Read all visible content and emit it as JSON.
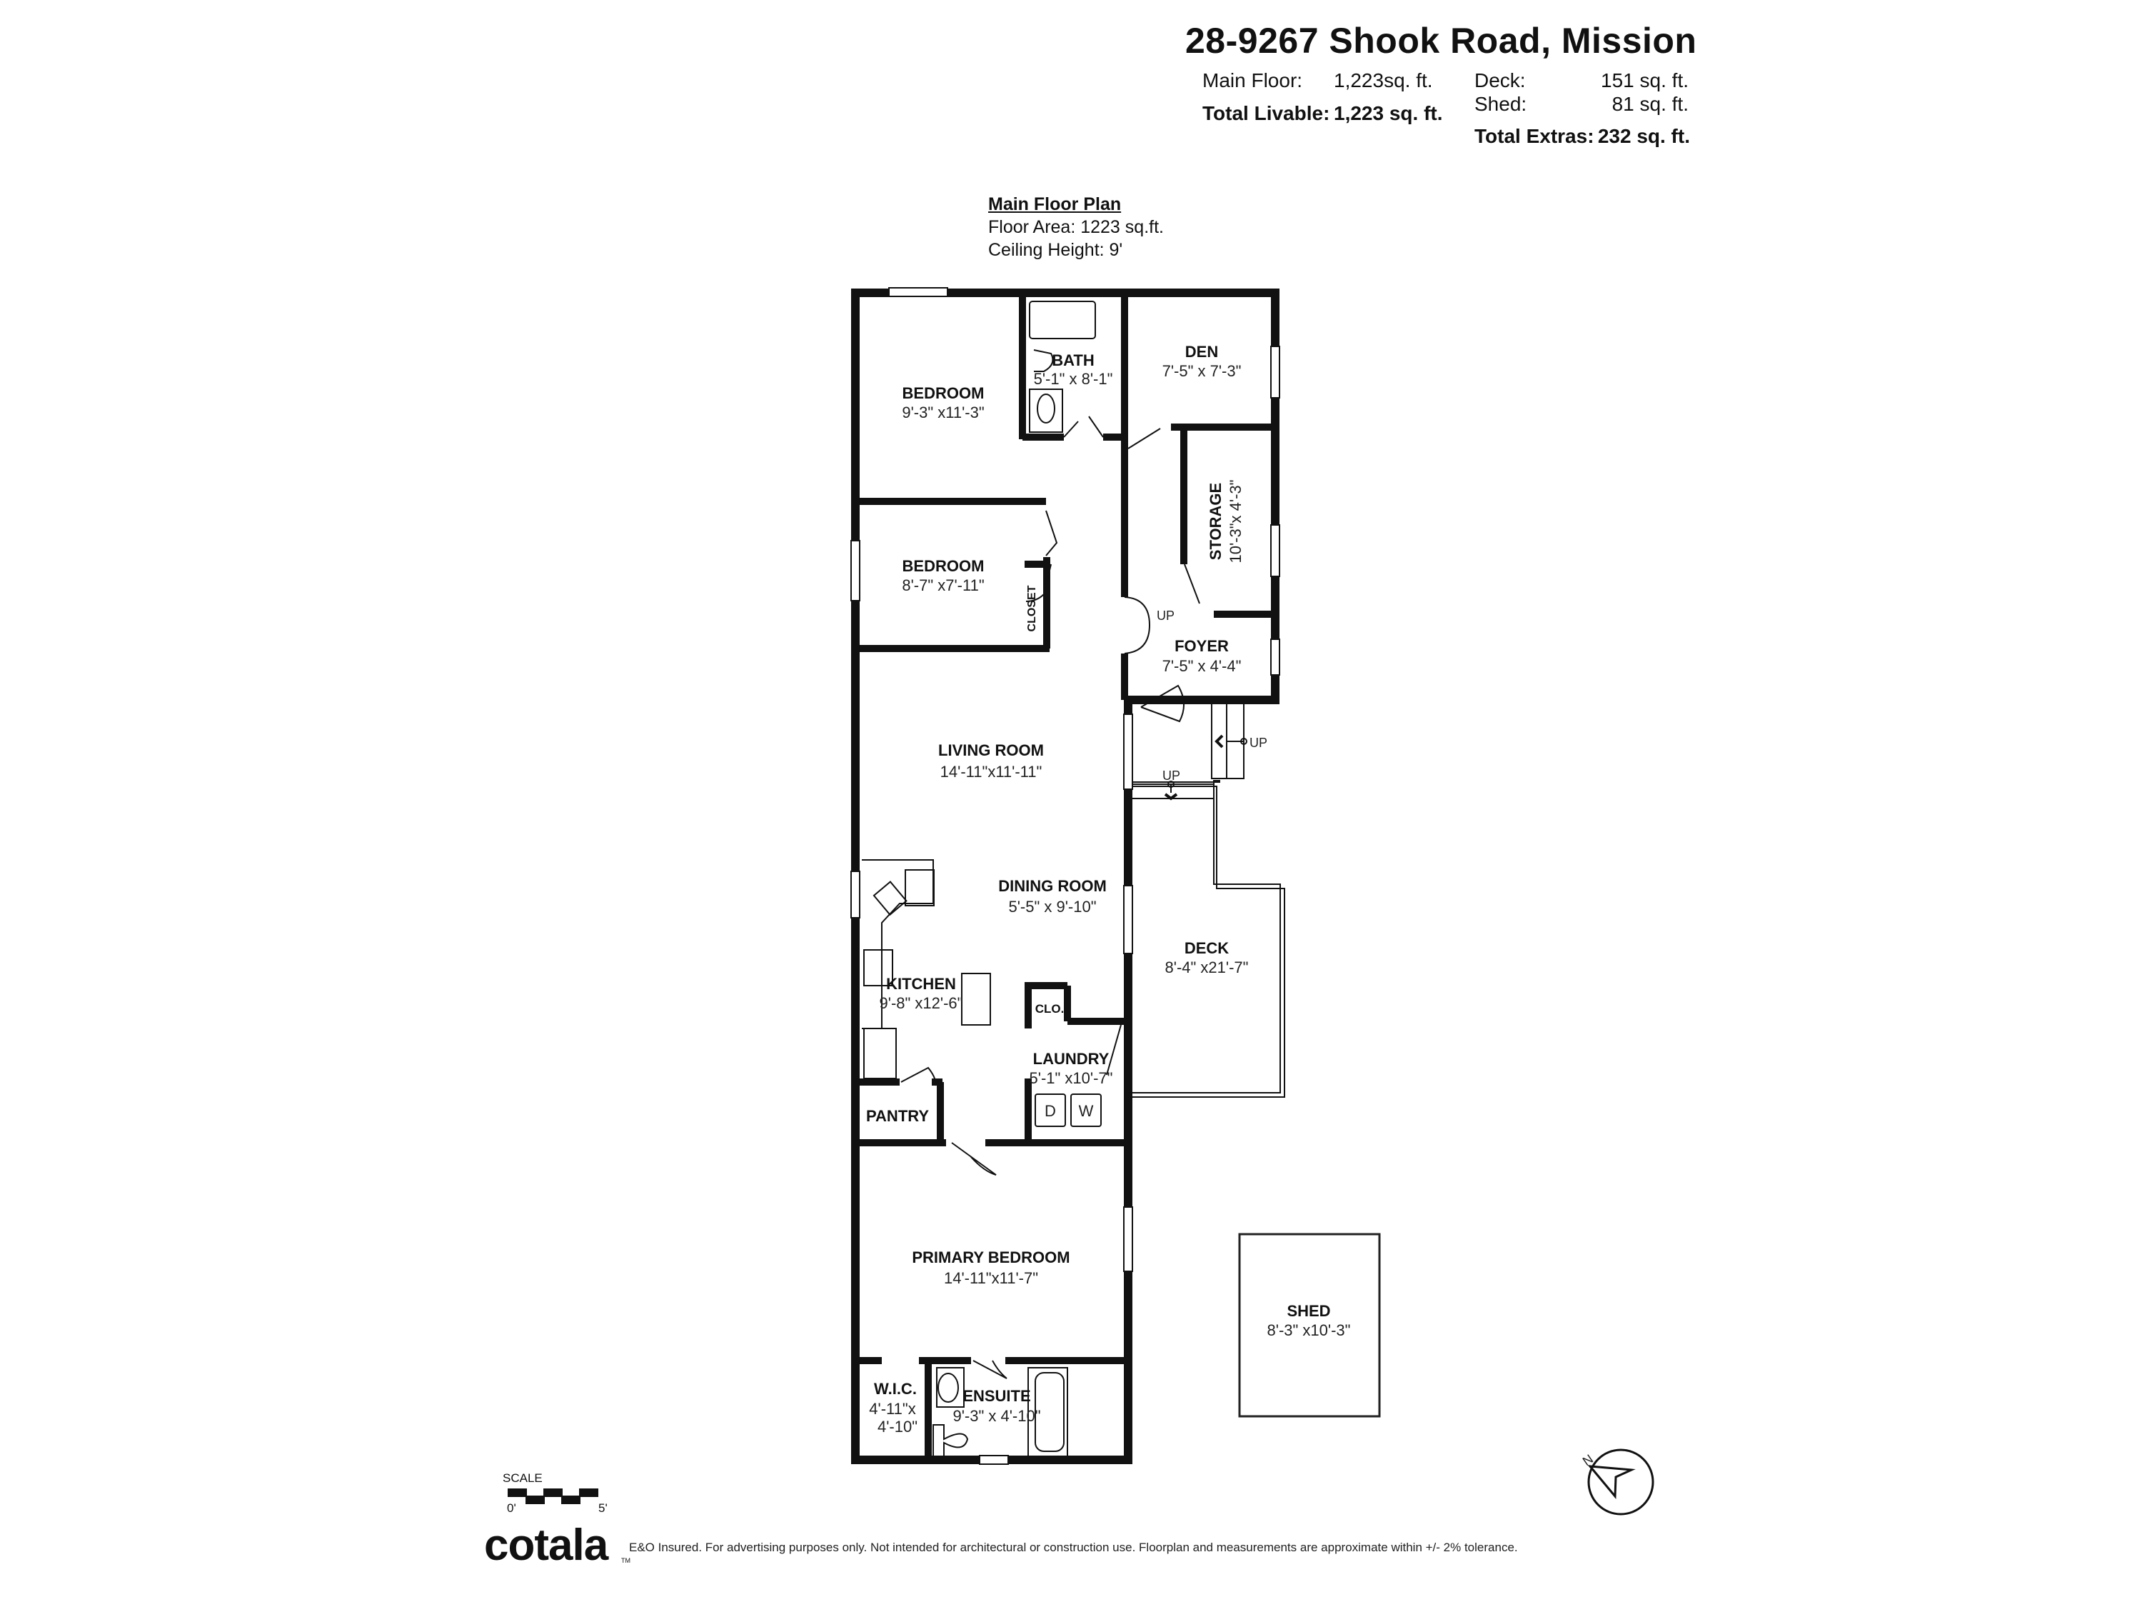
{
  "header": {
    "address": "28-9267 Shook Road, Mission",
    "stats_left": [
      {
        "label": "Main Floor:",
        "value": "1,223sq. ft.",
        "bold": false
      },
      {
        "label": "Total Livable:",
        "value": "1,223 sq. ft.",
        "bold": true
      }
    ],
    "stats_right": [
      {
        "label": "Deck:",
        "value": "151 sq. ft.",
        "bold": false
      },
      {
        "label": "Shed:",
        "value": "81 sq. ft.",
        "bold": false
      },
      {
        "label": "Total Extras:",
        "value": "232 sq. ft.",
        "bold": true
      }
    ]
  },
  "plan": {
    "heading": "Main Floor Plan",
    "floor_area": "Floor Area: 1223 sq.ft.",
    "ceiling_height": "Ceiling Height: 9'"
  },
  "rooms": {
    "bedroom1": {
      "name": "BEDROOM",
      "dims": "9'-3\" x11'-3\""
    },
    "bath": {
      "name": "BATH",
      "dims": "5'-1\" x 8'-1\""
    },
    "den": {
      "name": "DEN",
      "dims": "7'-5\" x 7'-3\""
    },
    "storage": {
      "name": "STORAGE",
      "dims": "10'-3\"x 4'-3\""
    },
    "bedroom2": {
      "name": "BEDROOM",
      "dims": "8'-7\" x7'-11\""
    },
    "closet": {
      "name": "CLOSET"
    },
    "foyer": {
      "name": "FOYER",
      "dims": "7'-5\" x 4'-4\""
    },
    "living": {
      "name": "LIVING ROOM",
      "dims": "14'-11\"x11'-11\""
    },
    "dining": {
      "name": "DINING ROOM",
      "dims": "5'-5\" x 9'-10\""
    },
    "deck": {
      "name": "DECK",
      "dims": "8'-4\" x21'-7\""
    },
    "kitchen": {
      "name": "KITCHEN",
      "dims": "9'-8\" x12'-6\""
    },
    "clo": {
      "name": "CLO."
    },
    "laundry": {
      "name": "LAUNDRY",
      "dims": "5'-1\" x10'-7\""
    },
    "pantry": {
      "name": "PANTRY"
    },
    "primary": {
      "name": "PRIMARY BEDROOM",
      "dims": "14'-11\"x11'-7\""
    },
    "wic": {
      "name": "W.I.C.",
      "dims_line1": "4'-11\"x",
      "dims_line2": "4'-10\""
    },
    "ensuite": {
      "name": "ENSUITE",
      "dims": "9'-3\" x 4'-10\""
    },
    "shed": {
      "name": "SHED",
      "dims": "8'-3\" x10'-3\""
    }
  },
  "fixtures": {
    "dryer": "D",
    "washer": "W",
    "stairs_up": "UP"
  },
  "scale": {
    "label": "SCALE",
    "start": "0'",
    "end": "5'"
  },
  "compass": {
    "north": "N"
  },
  "footer": {
    "brand": "cotala",
    "trademark": "TM",
    "disclaimer": "E&O Insured. For advertising purposes only. Not intended for architectural or construction use. Floorplan and measurements are approximate within +/- 2% tolerance."
  },
  "colors": {
    "wall": "#111111",
    "background": "#ffffff"
  }
}
